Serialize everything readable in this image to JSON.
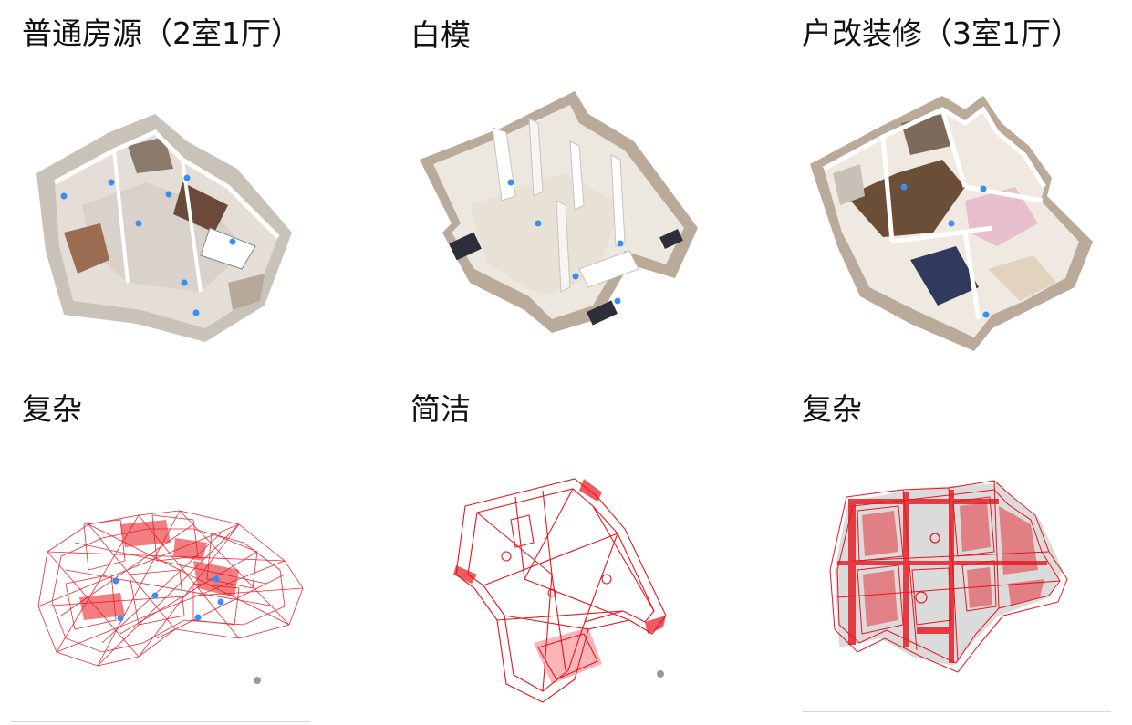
{
  "labels": {
    "top_left": "普通房源（2室1厅）",
    "top_middle": "白模",
    "top_right": "户改装修（3室1厅）",
    "bottom_left": "复杂",
    "bottom_middle": "简洁",
    "bottom_right": "复杂"
  },
  "colors": {
    "wireframe": "#e8141c",
    "wall_shell": "#b9aa99",
    "white_floor": "#ece8e0",
    "marker": "#3a8ef0",
    "caption": "#111111"
  },
  "images": {
    "top_left": "textured-3d-floorplan-2br",
    "top_middle": "white-model-3d-floorplan",
    "top_right": "furnished-3d-floorplan-3br",
    "bottom_left": "dense-red-wireframe-mesh",
    "bottom_middle": "simple-red-wireframe-mesh",
    "bottom_right": "dense-red-wireframe-mesh-furnished"
  }
}
